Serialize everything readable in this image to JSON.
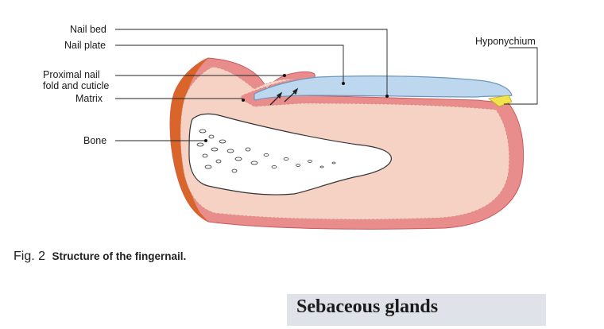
{
  "labels": {
    "nail_bed": "Nail bed",
    "nail_plate": "Nail plate",
    "proximal_fold": "Proximal nail\nfold and cuticle",
    "matrix": "Matrix",
    "bone": "Bone",
    "hyponychium": "Hyponychium"
  },
  "caption": {
    "number": "Fig. 2",
    "title": "Structure of the fingernail."
  },
  "section_heading": "Sebaceous glands",
  "colors": {
    "skin_outer": "#e88c8c",
    "dermis": "#f6d3c6",
    "nail_plate": "#bcd6ef",
    "nail_plate_edge": "#7a9fc4",
    "proximal_edge": "#d9652a",
    "hyponychium": "#f2e34a",
    "bone": "#ffffff",
    "leader_line": "#222222",
    "section_box": "#dfe2e8"
  }
}
